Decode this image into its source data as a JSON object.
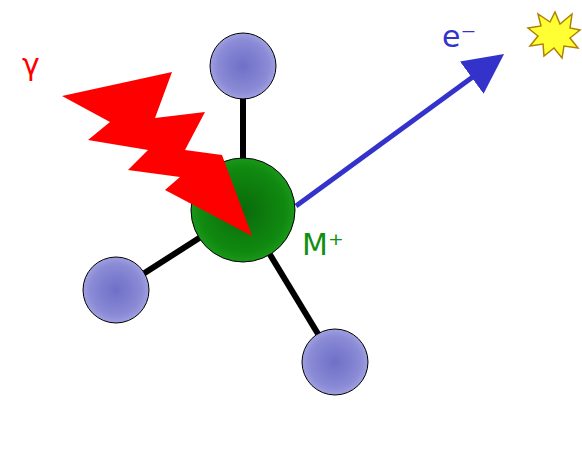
{
  "diagram": {
    "labels": [
      "γ",
      "e⁻",
      "M⁺"
    ]
  }
}
